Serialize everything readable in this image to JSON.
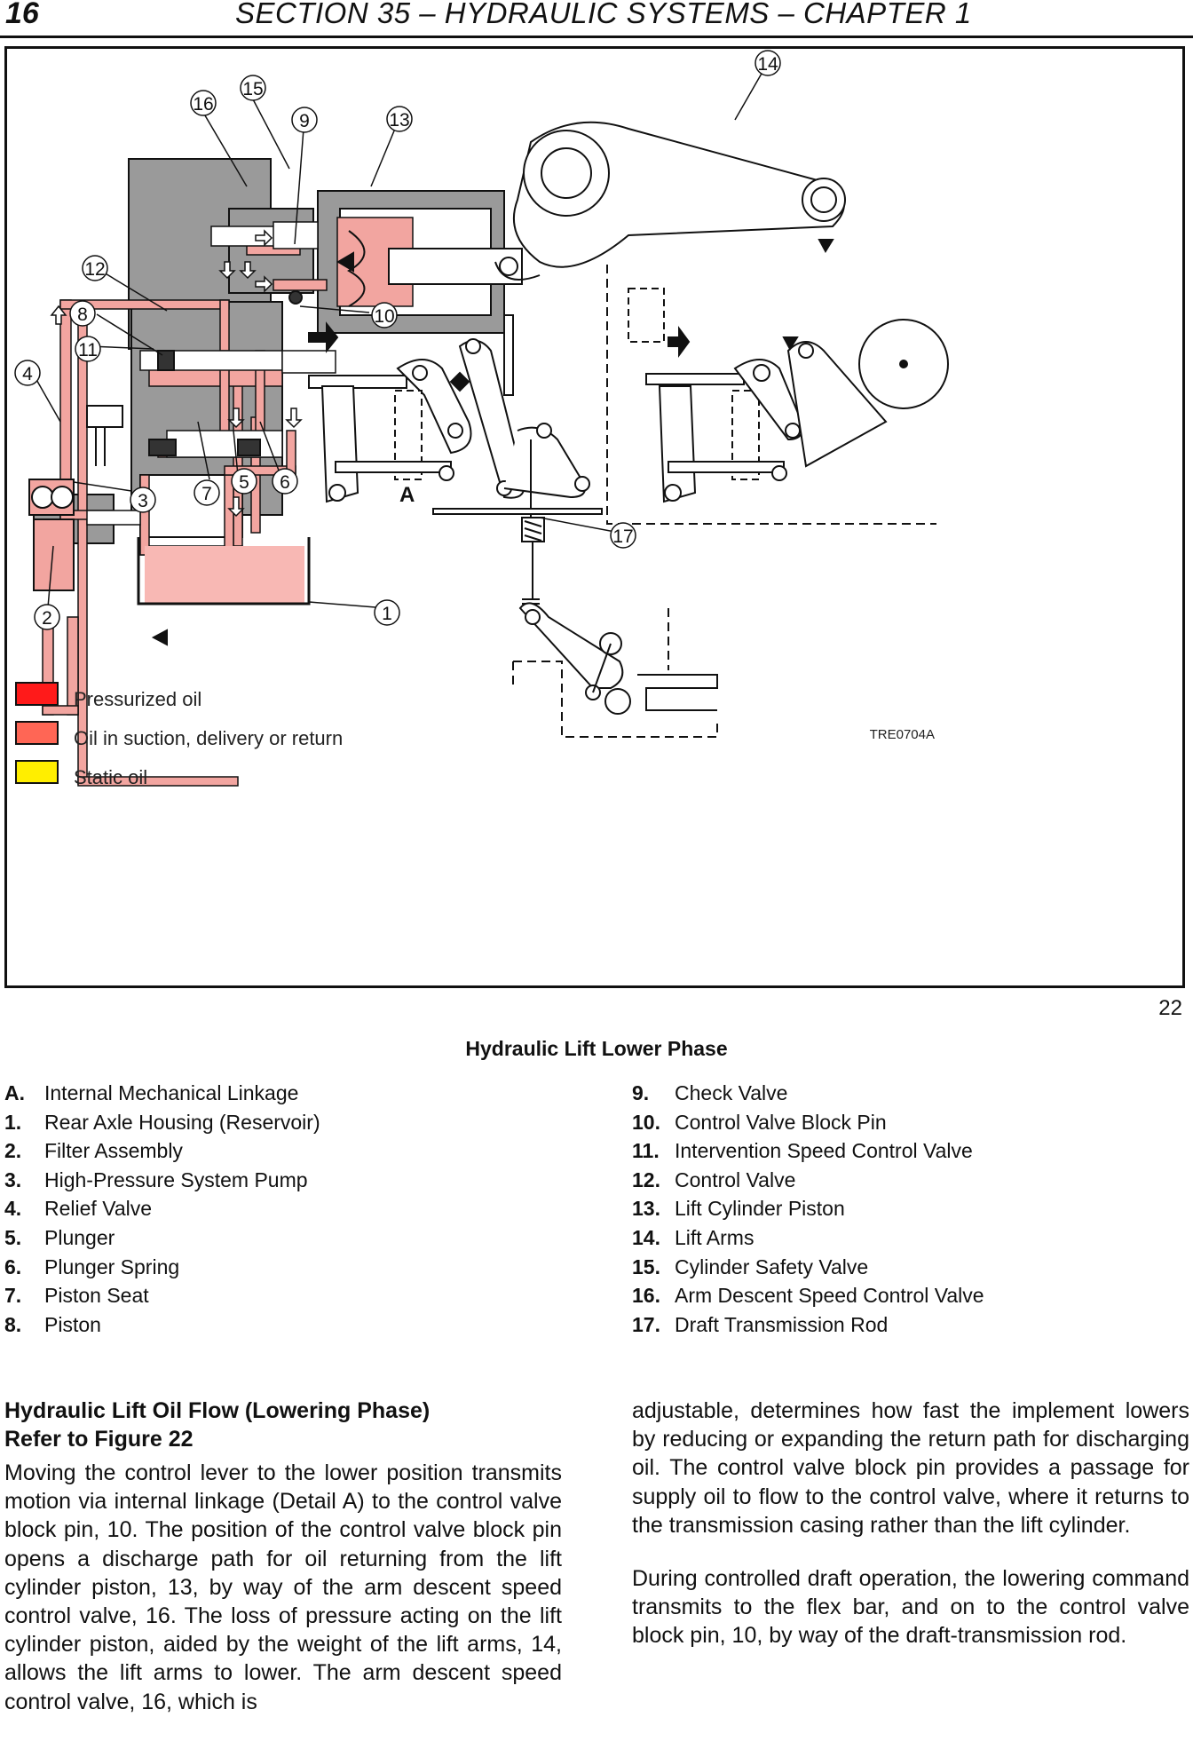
{
  "header": {
    "page_number": "16",
    "section_title": "SECTION 35 – HYDRAULIC SYSTEMS – CHAPTER 1"
  },
  "figure": {
    "callouts": [
      "1",
      "2",
      "3",
      "4",
      "5",
      "6",
      "7",
      "8",
      "9",
      "10",
      "11",
      "12",
      "13",
      "14",
      "15",
      "16",
      "17"
    ],
    "detail_label": "A",
    "figure_code": "TRE0704A",
    "figure_number": "22",
    "caption": "Hydraulic Lift Lower Phase",
    "color_legend": [
      {
        "label": "Pressurized oil",
        "color": "#ff1a1a"
      },
      {
        "label": "Oil in suction, delivery or return",
        "color": "#ff6655"
      },
      {
        "label": "Static oil",
        "color": "#ffee00"
      }
    ],
    "colors": {
      "oil_line": "#f2a5a0",
      "reservoir_oil": "#f8b8b4",
      "housing": "#9a9a9a",
      "outline": "#111111"
    }
  },
  "legend_left": [
    {
      "key": "A.",
      "text": "Internal Mechanical Linkage"
    },
    {
      "key": "1.",
      "text": "Rear Axle Housing (Reservoir)"
    },
    {
      "key": "2.",
      "text": "Filter Assembly"
    },
    {
      "key": "3.",
      "text": "High-Pressure System Pump"
    },
    {
      "key": "4.",
      "text": "Relief Valve"
    },
    {
      "key": "5.",
      "text": "Plunger"
    },
    {
      "key": "6.",
      "text": "Plunger Spring"
    },
    {
      "key": "7.",
      "text": "Piston Seat"
    },
    {
      "key": "8.",
      "text": "Piston"
    }
  ],
  "legend_right": [
    {
      "key": "9.",
      "text": "Check Valve"
    },
    {
      "key": "10.",
      "text": "Control Valve Block Pin"
    },
    {
      "key": "11.",
      "text": "Intervention Speed Control Valve"
    },
    {
      "key": "12.",
      "text": "Control Valve"
    },
    {
      "key": "13.",
      "text": "Lift Cylinder Piston"
    },
    {
      "key": "14.",
      "text": "Lift Arms"
    },
    {
      "key": "15.",
      "text": "Cylinder Safety Valve"
    },
    {
      "key": "16.",
      "text": "Arm Descent Speed Control Valve"
    },
    {
      "key": "17.",
      "text": "Draft Transmission Rod"
    }
  ],
  "body": {
    "heading_line1": "Hydraulic Lift Oil Flow (Lowering Phase)",
    "heading_line2": "Refer to Figure 22",
    "paragraph1": "Moving the control lever to the lower position transmits motion via internal linkage (Detail A) to the control valve block pin, 10. The position of the control valve block pin opens a discharge path for oil returning from the lift cylinder piston, 13, by way of the arm descent speed control valve, 16. The loss of pressure acting on the lift cylinder piston, aided by the weight of the lift arms, 14, allows the lift arms to lower. The arm descent speed control valve, 16, which is",
    "paragraph2": "adjustable, determines how fast the implement lowers by reducing or expanding the return path for discharging oil. The control valve block pin provides a passage for supply oil to flow to the control valve, where it returns to the transmission casing rather than the lift cylinder.",
    "paragraph3": "During controlled draft operation, the lowering command transmits to the flex bar, and on to the control valve block pin, 10, by way of the draft-transmission rod."
  }
}
